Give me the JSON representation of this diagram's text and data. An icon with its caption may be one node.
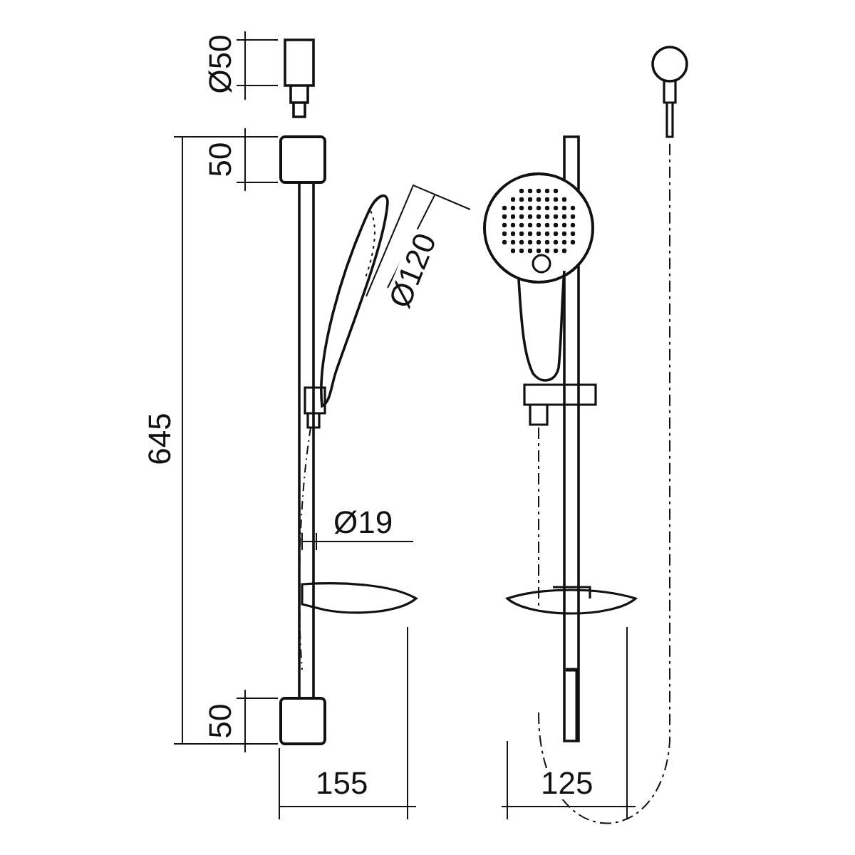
{
  "diagram": {
    "labels": [
      "Ø50",
      "50",
      "645",
      "Ø120",
      "Ø19",
      "50",
      "155",
      "125"
    ]
  }
}
